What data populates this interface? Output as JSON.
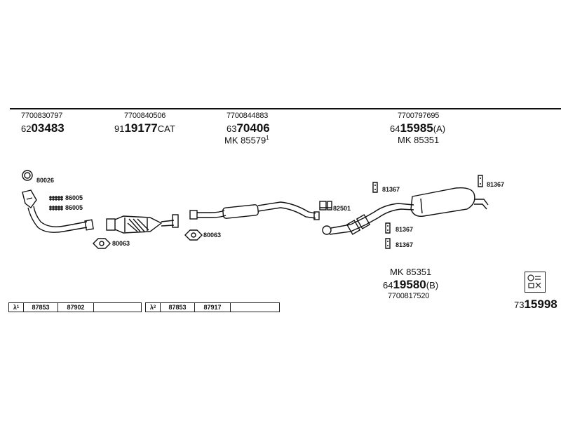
{
  "header": {
    "col1": {
      "ref": "7700830797",
      "code_prefix": "62",
      "code_main": "03483",
      "code_suffix": ""
    },
    "col2": {
      "ref": "7700840506",
      "code_prefix": "91",
      "code_main": "19177",
      "code_suffix": "CAT"
    },
    "col3": {
      "ref": "7700844883",
      "code_prefix": "63",
      "code_main": "70406",
      "code_suffix": "",
      "mk": "MK  85579",
      "mk_sup": "1"
    },
    "col4": {
      "ref": "7700797695",
      "code_prefix": "64",
      "code_main": "15985",
      "code_suffix": "(A)",
      "mk": "MK  85351"
    }
  },
  "labels": {
    "l80026": "80026",
    "l86005a": "86005",
    "l86005b": "86005",
    "l80063a": "80063",
    "l80063b": "80063",
    "l82501": "82501",
    "l81367a": "81367",
    "l81367b": "81367",
    "l81367c": "81367",
    "l81367d": "81367"
  },
  "rear_muffler": {
    "mk": "MK  85351",
    "code_prefix": "64",
    "code_main": "19580",
    "code_suffix": "(B)",
    "ref": "7700817520"
  },
  "strip1": {
    "sym": "λ",
    "sup": "1",
    "a": "87853",
    "b": "87902",
    "c": ""
  },
  "strip2": {
    "sym": "λ",
    "sup": "2",
    "a": "87853",
    "b": "87917",
    "c": ""
  },
  "final": {
    "code_prefix": "73",
    "code_main": "15998"
  }
}
